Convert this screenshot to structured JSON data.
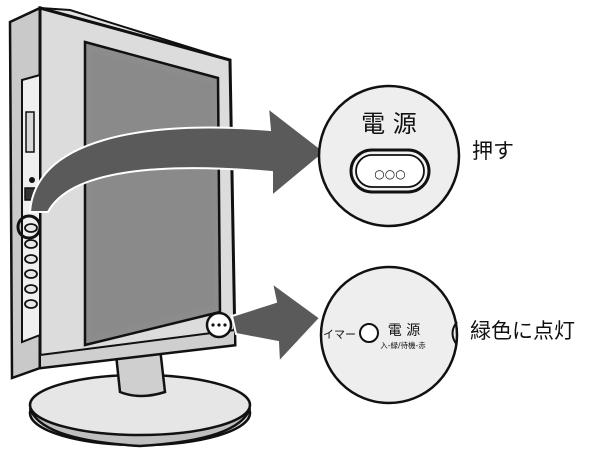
{
  "callout_top": {
    "button_title": "電 源",
    "button_dots": "○○○",
    "instruction": "押す"
  },
  "callout_bottom": {
    "left_text": "イマー",
    "button_title": "電 源",
    "sub_text": "入-緑/待機-赤",
    "instruction": "緑色に点灯"
  }
}
